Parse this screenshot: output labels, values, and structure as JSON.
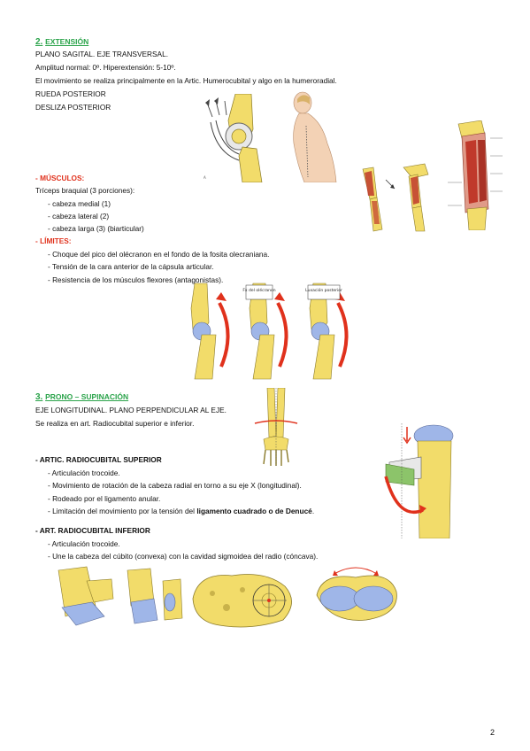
{
  "extension": {
    "number": "2.",
    "title": "EXTENSIÓN",
    "lines": [
      "PLANO SAGITAL. EJE TRANSVERSAL.",
      "Amplitud normal: 0º. Hiperextensión: 5-10º.",
      "El movimiento se realiza principalmente en la Artic. Humerocubital y algo en la humeroradial.",
      "RUEDA POSTERIOR",
      "DESLIZA POSTERIOR"
    ],
    "muscles_heading": "- MÚSCULOS:",
    "muscles_intro": "Tríceps braquial (3 porciones):",
    "muscles": [
      "- cabeza medial (1)",
      "- cabeza lateral (2)",
      "- cabeza larga (3) (biarticular)"
    ],
    "limits_heading": "- LÍMITES:",
    "limits": [
      "- Choque del pico del olécranon en el fondo de la fosita olecraniana.",
      "- Tensión de la cara anterior de la cápsula articular.",
      "- Resistencia de los músculos flexores (antagonistas)."
    ],
    "figure_labels": {
      "fx": "Fx del olécranon",
      "luxacion": "Luxación posterior"
    }
  },
  "pronosupination": {
    "number": "3.",
    "title": "PRONO – SUPINACIÓN",
    "lines": [
      "EJE LONGITUDINAL. PLANO PERPENDICULAR AL EJE.",
      "Se realiza en art. Radiocubital superior e inferior."
    ],
    "superior_heading": "- ARTIC. RADIOCUBITAL SUPERIOR",
    "superior_items": [
      "- Articulación trocoide.",
      "- Movimiento de rotación de la cabeza radial en torno a su eje X (longitudinal).",
      "- Rodeado por el ligamento anular."
    ],
    "superior_last_prefix": "- Limitación del movimiento por la tensión del ",
    "superior_last_bold": "ligamento cuadrado o de Denucé",
    "superior_last_suffix": ".",
    "inferior_heading": "- ART. RADIOCUBITAL INFERIOR",
    "inferior_items": [
      "- Articulación trocoide.",
      "- Une la cabeza del cúbito (convexa) con la cavidad sigmoidea del radio (cóncava)."
    ]
  },
  "page_number": "2",
  "colors": {
    "heading_green": "#2aa34a",
    "accent_red": "#e0311c",
    "bone": "#f2dc6a",
    "muscle": "#c0392b",
    "cartilage": "#9fb6e8"
  }
}
